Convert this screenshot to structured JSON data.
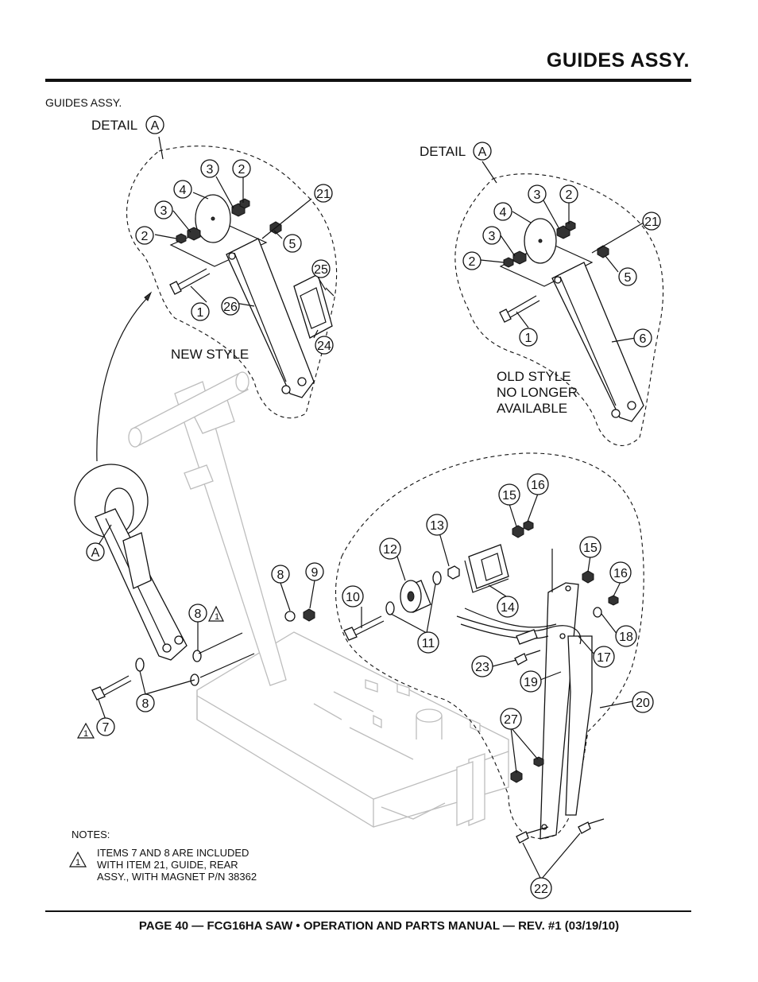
{
  "header": {
    "title": "GUIDES ASSY."
  },
  "subtitle": "GUIDES ASSY.",
  "details": {
    "new": {
      "label": "DETAIL",
      "letter": "A",
      "style": "NEW STYLE"
    },
    "old": {
      "label": "DETAIL",
      "letter": "A",
      "style_lines": [
        "OLD STYLE",
        "NO LONGER",
        "AVAILABLE"
      ]
    }
  },
  "callouts": {
    "new_detail": [
      "1",
      "2",
      "3",
      "4",
      "3",
      "2",
      "5",
      "21",
      "25",
      "26",
      "24"
    ],
    "old_detail": [
      "1",
      "2",
      "3",
      "4",
      "3",
      "2",
      "5",
      "21",
      "6"
    ],
    "main": [
      "A",
      "8",
      "8",
      "9",
      "8",
      "7",
      "10",
      "11",
      "12",
      "13",
      "14",
      "15",
      "16",
      "15",
      "16",
      "18",
      "17",
      "19",
      "20",
      "23",
      "27",
      "22"
    ]
  },
  "triangle_marker": "1",
  "notes": {
    "heading": "NOTES:",
    "marker": "1",
    "lines": [
      "ITEMS 7 AND 8 ARE INCLUDED",
      "WITH ITEM 21, GUIDE, REAR",
      "ASSY., WITH MAGNET P/N 38362"
    ]
  },
  "footer": "PAGE 40 — FCG16HA SAW • OPERATION AND PARTS MANUAL — REV. #1 (03/19/10)"
}
